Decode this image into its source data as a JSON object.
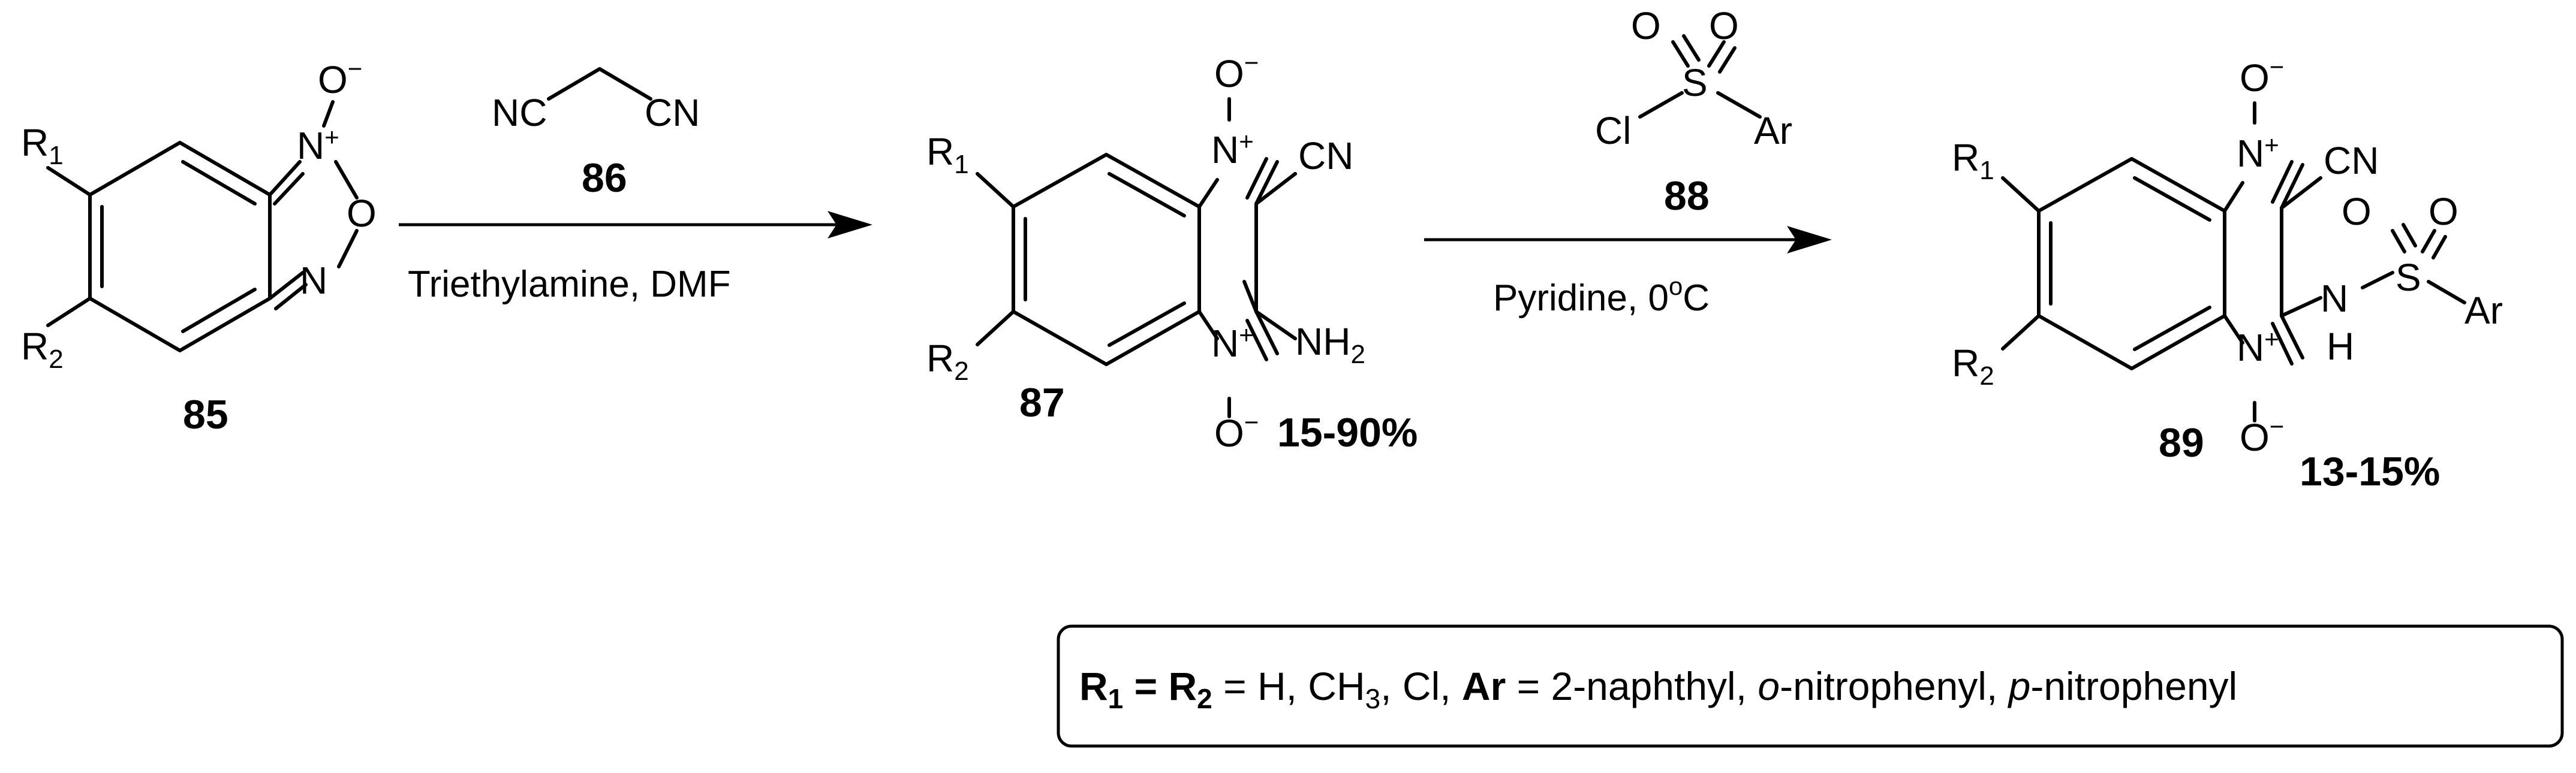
{
  "compounds": {
    "c85": {
      "number": "85",
      "labels": {
        "r1": "R",
        "r1_sub": "1",
        "r2": "R",
        "r2_sub": "2",
        "n_top": "N",
        "plus": "+",
        "o_top": "O",
        "minus": "−",
        "o_ring": "O",
        "n_bottom": "N"
      }
    },
    "c86": {
      "number": "86",
      "labels": {
        "nc_left": "NC",
        "cn_right": "CN"
      }
    },
    "c87": {
      "number": "87",
      "yield": "15-90%",
      "labels": {
        "r1": "R",
        "r1_sub": "1",
        "r2": "R",
        "r2_sub": "2",
        "n_top": "N",
        "plus_top": "+",
        "o_top": "O",
        "minus_top": "−",
        "cn": "CN",
        "nh": "NH",
        "nh_sub": "2",
        "n_bottom": "N",
        "plus_bottom": "+",
        "o_bottom": "O",
        "minus_bottom": "−"
      }
    },
    "c88": {
      "number": "88",
      "labels": {
        "o1": "O",
        "o2": "O",
        "s": "S",
        "cl": "Cl",
        "ar": "Ar"
      }
    },
    "c89": {
      "number": "89",
      "yield": "13-15%",
      "labels": {
        "r1": "R",
        "r1_sub": "1",
        "r2": "R",
        "r2_sub": "2",
        "n_top": "N",
        "plus_top": "+",
        "o_top": "O",
        "minus_top": "−",
        "cn": "CN",
        "o1": "O",
        "o2": "O",
        "n": "N",
        "s": "S",
        "ar": "Ar",
        "h": "H",
        "n_bottom": "N",
        "plus_bottom": "+",
        "o_bottom": "O",
        "minus_bottom": "−"
      }
    }
  },
  "conditions": {
    "step1": "Triethylamine, DMF",
    "step2_prefix": "Pyridine, 0",
    "step2_sup": "o",
    "step2_suffix": "C"
  },
  "legend": {
    "r1": "R",
    "r1_sub": "1",
    "eq1": " = ",
    "r2": "R",
    "r2_sub": "2",
    "values1": " = H, CH",
    "ch3_sub": "3",
    "values2": ", Cl, ",
    "ar": "Ar",
    "values3": " = 2-naphthyl, ",
    "o_prefix": "o",
    "o_text": "-nitrophenyl, ",
    "p_prefix": "p",
    "p_text": "-nitrophenyl"
  }
}
